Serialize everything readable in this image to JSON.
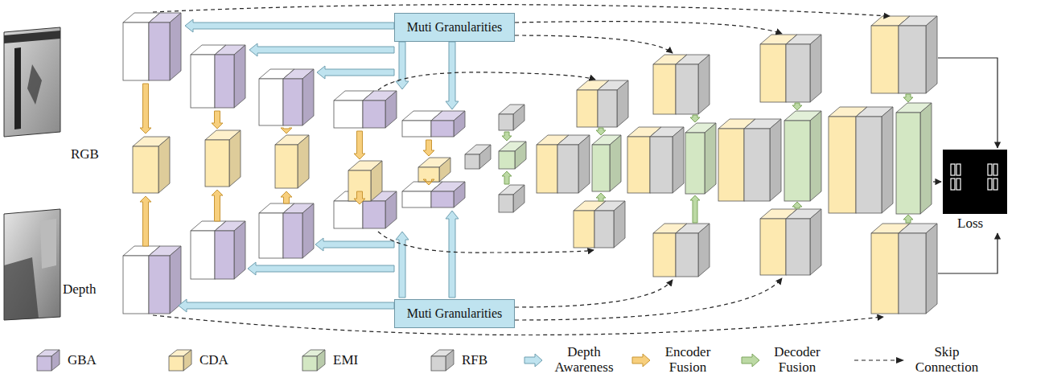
{
  "diagram": {
    "nodes": [
      {
        "text": [
          "Muti Granularities"
        ]
      },
      {
        "text": [
          "Muti Granularities"
        ]
      }
    ],
    "labels": [
      "RGB",
      "Depth",
      "Loss"
    ],
    "legend": [
      {
        "text": "GBA",
        "color": "#cbbfe0"
      },
      {
        "text": "CDA",
        "color": "#fde9b0"
      },
      {
        "text": "EMI",
        "color": "#d3e7c3"
      },
      {
        "text": "RFB",
        "color": "#d3d3d3"
      },
      {
        "text": "Depth Awareness"
      },
      {
        "text": "Encoder Fusion"
      },
      {
        "text": "Decoder Fusion"
      },
      {
        "text": "Skip Connection"
      }
    ]
  }
}
